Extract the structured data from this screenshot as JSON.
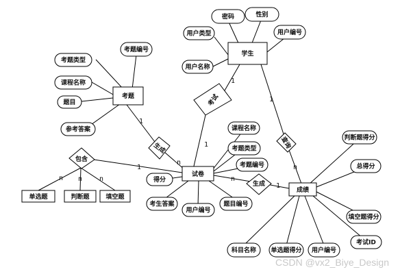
{
  "entities": {
    "student": "学生",
    "question": "考题",
    "paper": "试卷",
    "score": "成绩",
    "single": "单选题",
    "judge": "判断题",
    "blank": "填空题"
  },
  "attributes": {
    "s_password": "密码",
    "s_gender": "性别",
    "s_usertype": "用户类型",
    "s_userno": "用户编号",
    "s_username": "用户名称",
    "q_type": "考题类型",
    "q_no": "考题编号",
    "q_course": "课程名称",
    "q_title": "题目",
    "q_answer": "参考答案",
    "p_course": "课程名称",
    "p_type": "考题类型",
    "p_no": "考题编号",
    "p_score": "得分",
    "p_answer": "考生答案",
    "p_userno": "用户编号",
    "p_titleno": "题目编号",
    "r_judge": "判断题得分",
    "r_total": "总得分",
    "r_blank": "填空题得分",
    "r_examid": "考试ID",
    "r_subject": "科目名称",
    "r_single": "单选题得分",
    "r_userno": "用户编号"
  },
  "relationships": {
    "exam": "考试",
    "gen1": "生成",
    "gen2": "生成",
    "query": "查询",
    "contain": "包含"
  },
  "cardinalities": {
    "c_s_exam": "1",
    "c_exam_p": "1",
    "c_q_gen": "1",
    "c_gen_p": "n",
    "c_contain_p": "1",
    "c_contain_single": "n",
    "c_contain_judge": "n",
    "c_contain_blank": "n",
    "c_p_gen2": "n",
    "c_gen2_r": "1",
    "c_s_query": "1",
    "c_query_r": "n"
  },
  "watermark": "CSDN @vx2_Biye_Design"
}
